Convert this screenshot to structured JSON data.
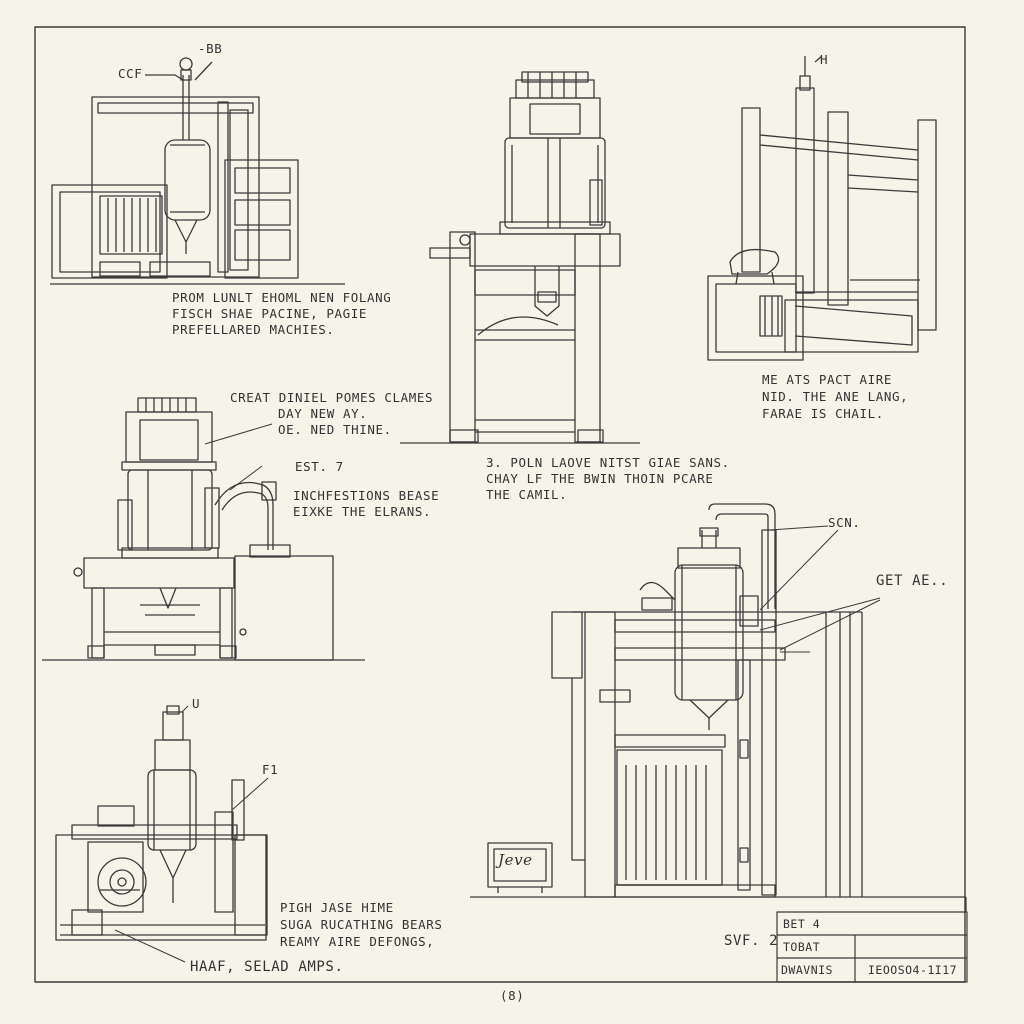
{
  "sheet": {
    "page_number": "(8)",
    "sheet_ref": "SVF. 2"
  },
  "captions": {
    "fig1": [
      "PROM LUNLT EHOML NEN FOLANG",
      "FISCH SHAE PACINE, PAGIE",
      "PREFELLARED MACHIES."
    ],
    "fig2": [
      "3. POLN LAOVE NITST GIAE SANS.",
      "CHAY LF THE BWIN THOIN PCARE",
      "THE CAMIL."
    ],
    "fig3": [
      "ME ATS PACT AIRE",
      "NID. THE ANE LANG,",
      "FARAE IS CHAIL."
    ],
    "fig4a": [
      "CREAT DINIEL POMES CLAMES",
      "DAY NEW AY.",
      "OE. NED THINE."
    ],
    "fig4b": [
      "INCHFESTIONS BEASE",
      "EIXKE THE ELRANS."
    ],
    "fig5": [
      "PIGH JASE HIME",
      "SUGA RUCATHING BEARS",
      "REAMY AIRE DEFONGS,"
    ],
    "fig5_bottom": "HAAF, SELAD AMPS."
  },
  "callouts": {
    "ccf": "CCF",
    "top_tag": "-BB",
    "h": "H",
    "est7": "EST. 7",
    "u": "U",
    "f1": "F1",
    "scn": "SCN.",
    "get_ae": "GET AE.."
  },
  "nameplate": "Jeve",
  "title_block": {
    "r1c1": "BET 4",
    "r2c1": "TOBAT",
    "r3c1": "DWAVNIS",
    "r3c2": "IEOOSO4-1I17"
  },
  "colors": {
    "paper": "#f6f3e8",
    "ink": "#3a3a3a"
  }
}
